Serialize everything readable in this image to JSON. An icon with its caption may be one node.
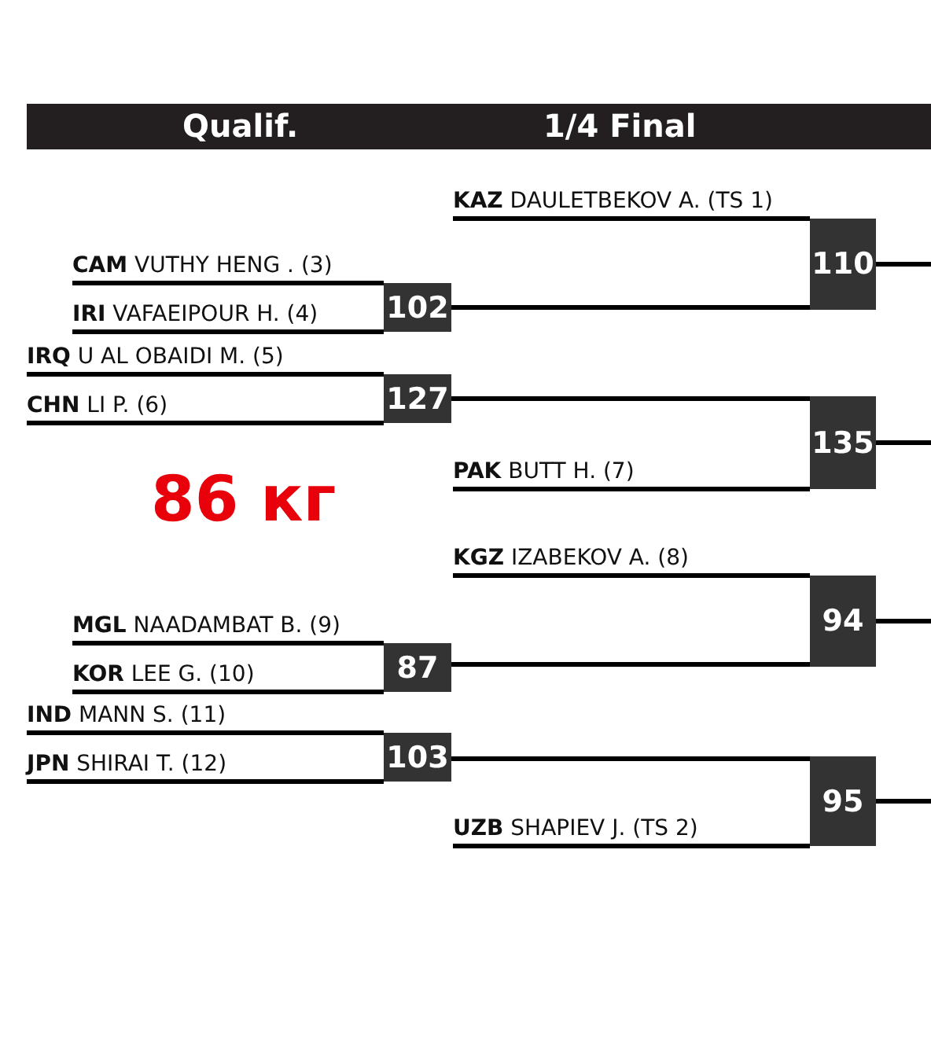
{
  "diagram": {
    "nodes": [
      {
        "text": [
          "**KAZ** DAULETBEKOV A. (TS 1)"
        ]
      },
      {
        "text": [
          "110"
        ]
      },
      {
        "text": [
          "**CAM** VUTHY HENG . (3)"
        ]
      },
      {
        "text": [
          "**IRI** VAFAEIPOUR H. (4)"
        ]
      },
      {
        "text": [
          "102"
        ]
      },
      {
        "text": [
          "**IRQ** U AL OBAIDI M. (5)"
        ]
      },
      {
        "text": [
          "**CHN** LI P. (6)"
        ]
      },
      {
        "text": [
          "127"
        ]
      },
      {
        "text": [
          "135"
        ]
      },
      {
        "text": [
          "**PAK** BUTT H. (7)"
        ]
      },
      {
        "text": [
          "**KGZ** IZABEKOV A. (8)"
        ]
      },
      {
        "text": [
          "94"
        ]
      },
      {
        "text": [
          "**MGL** NAADAMBAT B. (9)"
        ]
      },
      {
        "text": [
          "**KOR** LEE G. (10)"
        ]
      },
      {
        "text": [
          "87"
        ]
      },
      {
        "text": [
          "**IND** MANN S. (11)"
        ]
      },
      {
        "text": [
          "**JPN** SHIRAI T. (12)"
        ]
      },
      {
        "text": [
          "103"
        ]
      },
      {
        "text": [
          "95"
        ]
      },
      {
        "text": [
          "**UZB** SHAPIEV J. (TS 2)"
        ]
      }
    ],
    "edges": [
      {
        "from": 0,
        "to": 1,
        "arrow": "none"
      },
      {
        "from": 2,
        "to": 4,
        "arrow": "none"
      },
      {
        "from": 3,
        "to": 4,
        "arrow": "none"
      },
      {
        "from": 4,
        "to": 1,
        "arrow": "none"
      },
      {
        "from": 1,
        "to": null,
        "arrow": "none"
      },
      {
        "from": 5,
        "to": 7,
        "arrow": "none"
      },
      {
        "from": 6,
        "to": 7,
        "arrow": "none"
      },
      {
        "from": 7,
        "to": 8,
        "arrow": "none"
      },
      {
        "from": 9,
        "to": 8,
        "arrow": "none"
      },
      {
        "from": 8,
        "to": null,
        "arrow": "none"
      },
      {
        "from": 10,
        "to": 11,
        "arrow": "none"
      },
      {
        "from": 12,
        "to": 14,
        "arrow": "none"
      },
      {
        "from": 13,
        "to": 14,
        "arrow": "none"
      },
      {
        "from": 14,
        "to": 11,
        "arrow": "none"
      },
      {
        "from": 11,
        "to": null,
        "arrow": "none"
      },
      {
        "from": 15,
        "to": 17,
        "arrow": "none"
      },
      {
        "from": 16,
        "to": 17,
        "arrow": "none"
      },
      {
        "from": 17,
        "to": 18,
        "arrow": "none"
      },
      {
        "from": 19,
        "to": 18,
        "arrow": "none"
      },
      {
        "from": 18,
        "to": null,
        "arrow": "none"
      }
    ],
    "labels": [
      "Qualif.",
      "1/4 Final",
      "86 кг"
    ]
  }
}
